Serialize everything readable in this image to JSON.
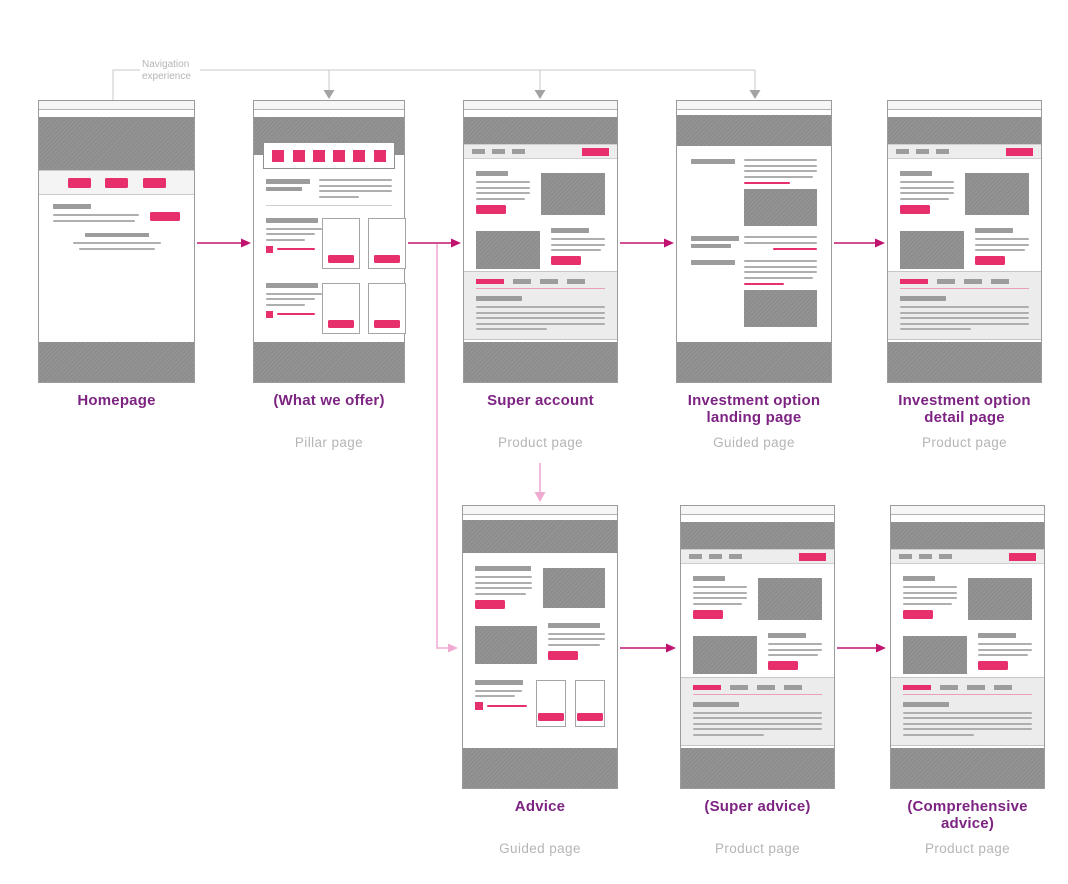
{
  "palette": {
    "accent_pink": "#e72f6b",
    "arrow_pink": "#c0136f",
    "light_pink": "#f0abd3",
    "title_purple": "#7d2483",
    "type_gray": "#b5b5b5",
    "block_gray": "#8d8d8d",
    "line_gray": "#c9c9c9",
    "arrowhead_gray": "#a3a3a3"
  },
  "annotation": {
    "label": "Navigation experience"
  },
  "nodes": [
    {
      "id": "homepage",
      "title": "Homepage",
      "type_label": ""
    },
    {
      "id": "what-we-offer",
      "title": "(What we offer)",
      "type_label": "Pillar page"
    },
    {
      "id": "super-account",
      "title": "Super account",
      "type_label": "Product page"
    },
    {
      "id": "investment-option-landing",
      "title": "Investment option landing page",
      "type_label": "Guided page"
    },
    {
      "id": "investment-option-detail",
      "title": "Investment option detail page",
      "type_label": "Product page"
    },
    {
      "id": "advice",
      "title": "Advice",
      "type_label": "Guided page"
    },
    {
      "id": "super-advice",
      "title": "(Super advice)",
      "type_label": "Product page"
    },
    {
      "id": "comprehensive-advice",
      "title": "(Comprehensive advice)",
      "type_label": "Product page"
    }
  ]
}
